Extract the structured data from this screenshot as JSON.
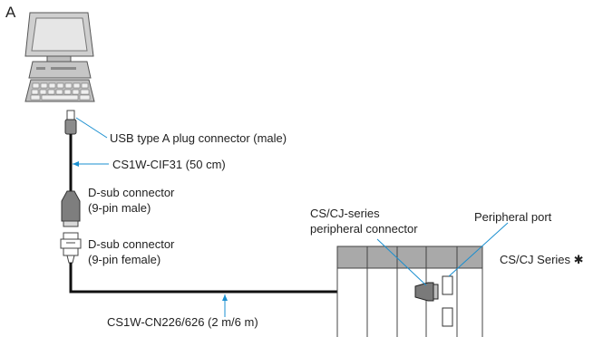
{
  "figure_letter": "A",
  "labels": {
    "usb_plug": "USB type A plug connector (male)",
    "cif_cable": "CS1W-CIF31 (50 cm)",
    "dsub_male_line1": "D-sub connector",
    "dsub_male_line2": "(9-pin male)",
    "dsub_female_line1": "D-sub connector",
    "dsub_female_line2": "(9-pin female)",
    "peripheral_connector_line1": "CS/CJ-series",
    "peripheral_connector_line2": "peripheral connector",
    "peripheral_port": "Peripheral port",
    "plc_series": "CS/CJ Series ✱",
    "cn_cable": "CS1W-CN226/626 (2 m/6 m)"
  },
  "colors": {
    "leader": "#1a8fd0",
    "cable": "#111111",
    "rack_fill": "#a9a9a9",
    "device_gray": "#c8c8c8"
  }
}
